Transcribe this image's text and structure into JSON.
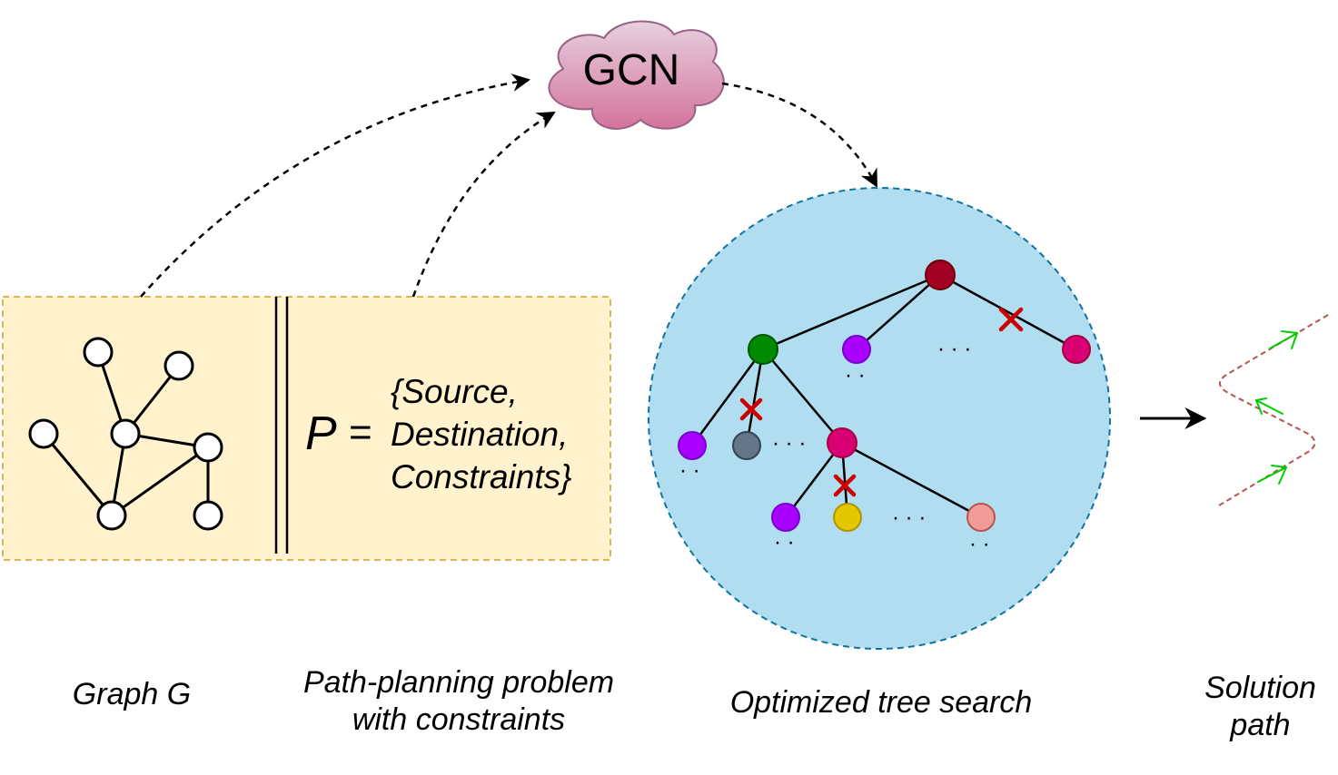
{
  "gcn": {
    "label": "GCN",
    "fill_top": "#e6d0de",
    "fill_bottom": "#d5739d",
    "stroke": "#996185"
  },
  "problem": {
    "symbol": "P",
    "equals": "=",
    "lines": [
      "{Source,",
      "Destination,",
      "Constraints}"
    ],
    "box_fill": "#fff2cc",
    "box_stroke": "#d6b656"
  },
  "graph": {
    "node_fill": "#ffffff",
    "node_stroke": "#000000"
  },
  "tree": {
    "circle_fill": "#b1ddf0",
    "circle_stroke": "#10739e",
    "ellipsis": "· · ·",
    "short_ellipsis": "· ·",
    "pruned_icon": "cross-icon",
    "colors": {
      "root": "#a20025",
      "green": "#008a00",
      "violet": "#aa00ff",
      "magenta": "#d80073",
      "slate": "#647687",
      "yellow": "#e3c800",
      "pink": "#f19c99",
      "pruned": "#cc0000"
    }
  },
  "solution": {
    "path_color": "#b85450",
    "arrow_color": "#00cc00"
  },
  "captions": {
    "graph": "Graph G",
    "problem": [
      "Path-planning problem",
      "with constraints"
    ],
    "tree": "Optimized tree search",
    "solution": [
      "Solution",
      "path"
    ]
  }
}
